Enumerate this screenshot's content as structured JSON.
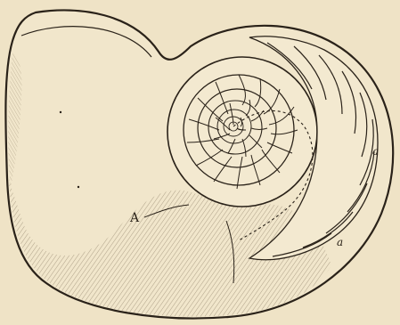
{
  "figure": {
    "labels": {
      "chamber": "A",
      "septum_upper": "a",
      "septum_lower": "a"
    },
    "colors": {
      "paper": "#efe3c6",
      "ink": "#2a2219",
      "shade": "#6a5a44"
    }
  }
}
